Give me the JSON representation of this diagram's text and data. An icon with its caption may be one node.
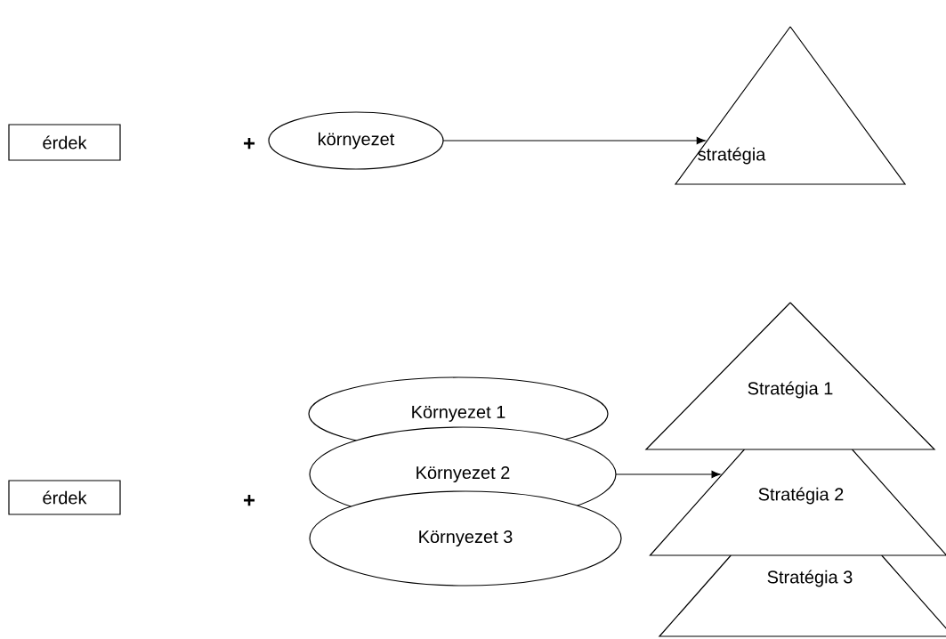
{
  "diagram": {
    "nodes": [
      {
        "text": [
          "érdek"
        ]
      },
      {
        "text": [
          "környezet"
        ]
      },
      {
        "text": [
          "stratégia"
        ]
      },
      {
        "text": [
          "érdek"
        ]
      },
      {
        "text": [
          "Környezet 1"
        ]
      },
      {
        "text": [
          "Környezet 2"
        ]
      },
      {
        "text": [
          "Környezet 3"
        ]
      },
      {
        "text": [
          "Stratégia 1"
        ]
      },
      {
        "text": [
          "Stratégia 2"
        ]
      },
      {
        "text": [
          "Stratégia 3"
        ]
      }
    ],
    "edges": [
      {
        "from": 1,
        "to": 2,
        "arrow": "to"
      },
      {
        "from": 5,
        "to": 8,
        "arrow": "to"
      }
    ],
    "labels": [
      "+",
      "+"
    ]
  }
}
